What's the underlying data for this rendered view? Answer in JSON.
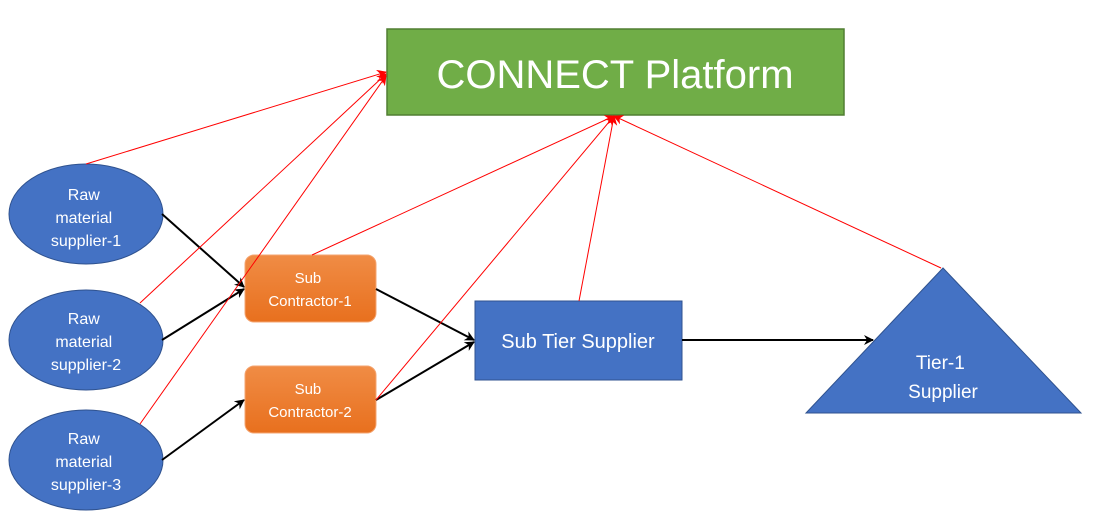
{
  "title": "CONNECT Platform supply chain diagram",
  "colors": {
    "platform_fill": "#70AD47",
    "platform_stroke": "#507E32",
    "supplier_fill": "#4472C4",
    "supplier_stroke": "#2F528F",
    "contractor_fill": "#ED7D31",
    "contractor_fill_light": "#F08C45",
    "flow_line": "#000000",
    "platform_link": "#FF0000"
  },
  "nodes": {
    "platform": {
      "label": "CONNECT Platform"
    },
    "raw1": {
      "lines": [
        "Raw",
        "material",
        "supplier-1"
      ]
    },
    "raw2": {
      "lines": [
        "Raw",
        "material",
        "supplier-2"
      ]
    },
    "raw3": {
      "lines": [
        "Raw",
        "material",
        "supplier-3"
      ]
    },
    "sub1": {
      "lines": [
        "Sub",
        "Contractor-1"
      ]
    },
    "sub2": {
      "lines": [
        "Sub",
        "Contractor-2"
      ]
    },
    "subtier": {
      "label": "Sub Tier Supplier"
    },
    "tier1": {
      "lines": [
        "Tier-1",
        "Supplier"
      ]
    }
  },
  "flows": [
    {
      "from": "Raw material supplier-1",
      "to": "Sub Contractor-1"
    },
    {
      "from": "Raw material supplier-2",
      "to": "Sub Contractor-1"
    },
    {
      "from": "Raw material supplier-3",
      "to": "Sub Contractor-2"
    },
    {
      "from": "Sub Contractor-1",
      "to": "Sub Tier Supplier"
    },
    {
      "from": "Sub Contractor-2",
      "to": "Sub Tier Supplier"
    },
    {
      "from": "Sub Tier Supplier",
      "to": "Tier-1 Supplier"
    }
  ],
  "platform_links": [
    {
      "from": "Raw material supplier-1",
      "to": "CONNECT Platform"
    },
    {
      "from": "Raw material supplier-2",
      "to": "CONNECT Platform"
    },
    {
      "from": "Raw material supplier-3",
      "to": "CONNECT Platform"
    },
    {
      "from": "Sub Contractor-1",
      "to": "CONNECT Platform"
    },
    {
      "from": "Sub Contractor-2",
      "to": "CONNECT Platform"
    },
    {
      "from": "Sub Tier Supplier",
      "to": "CONNECT Platform"
    },
    {
      "from": "Tier-1 Supplier",
      "to": "CONNECT Platform"
    }
  ]
}
